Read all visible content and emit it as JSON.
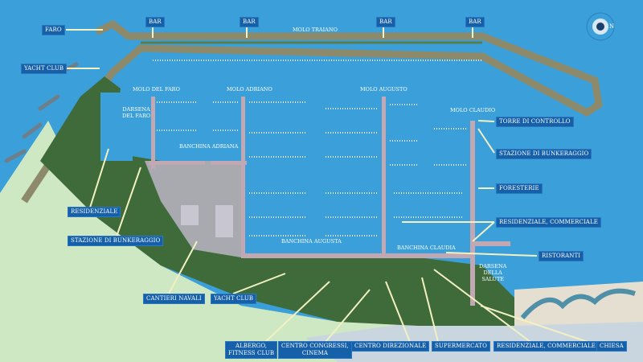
{
  "callouts": {
    "faro": "FARO",
    "yacht_club_top": "YACHT CLUB",
    "bar": [
      "BAR",
      "BAR",
      "BAR",
      "BAR"
    ],
    "torre_di_controllo": "TORRE DI CONTROLLO",
    "stazione_bunkeraggio_right": "STAZIONE DI BUNKERAGGIO",
    "foresterie": "FORESTERIE",
    "residenziale_commerciale_right": "RESIDENZIALE, COMMERCIALE",
    "ristoranti": "RISTORANTI",
    "residenziale": "RESIDENZIALE",
    "stazione_bunkeraggio_left": "STAZIONE DI BUNKERAGGIO",
    "cantieri_navali": "CANTIERI NAVALI",
    "yacht_club_bottom": "YACHT CLUB",
    "albergo": [
      "ALBERGO,",
      "FITNESS CLUB"
    ],
    "centro_congressi": [
      "CENTRO CONGRESSI,",
      "CINEMA"
    ],
    "centro_direzionale": "CENTRO DIREZIONALE",
    "supermercato": "SUPERMERCATO",
    "residenziale_commerciale_bottom": "RESIDENZIALE, COMMERCIALE",
    "chiesa": "CHIESA"
  },
  "place_labels": {
    "molo_traiano": "MOLO TRAIANO",
    "molo_del_faro": "MOLO DEL FARO",
    "molo_adriano": "MOLO ADRIANO",
    "molo_augusto": "MOLO AUGUSTO",
    "molo_claudio": "MOLO CLAUDIO",
    "darsena_del_faro": [
      "DARSENA",
      "DEL FARO"
    ],
    "banchina_adriana": "BANCHINA ADRIANA",
    "banchina_augusta": "BANCHINA AUGUSTA",
    "banchina_claudia": "BANCHINA CLAUDIA",
    "darsena_della_salute": [
      "DARSENA",
      "DELLA",
      "SALUTE"
    ]
  },
  "compass": {
    "letter": "N"
  },
  "colors": {
    "sea": "#3b9fd9",
    "land": "#cfe8c4",
    "park": "#3f6b3a",
    "pier": "#b8a0a8",
    "label_bg": "#1560a8",
    "arrow": "#f3f0c2"
  }
}
